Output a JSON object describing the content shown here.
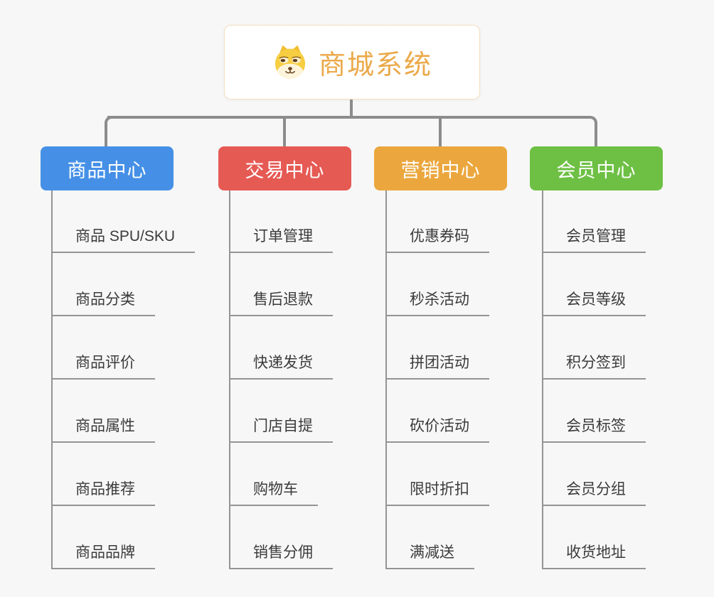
{
  "canvas": {
    "background": "#f7f7f7",
    "connector_color": "#8c8c8c"
  },
  "root": {
    "label": "商城系统",
    "icon": "dog-face-icon",
    "text_color": "#eba94a",
    "border_color": "#ecc27d",
    "background": "#ffffff"
  },
  "branches": [
    {
      "label": "商品中心",
      "color": "#4590e6",
      "children": [
        "商品 SPU/SKU",
        "商品分类",
        "商品评价",
        "商品属性",
        "商品推荐",
        "商品品牌"
      ]
    },
    {
      "label": "交易中心",
      "color": "#e65a54",
      "children": [
        "订单管理",
        "售后退款",
        "快递发货",
        "门店自提",
        "购物车",
        "销售分佣"
      ]
    },
    {
      "label": "营销中心",
      "color": "#eba73e",
      "children": [
        "优惠券码",
        "秒杀活动",
        "拼团活动",
        "砍价活动",
        "限时折扣",
        "满减送"
      ]
    },
    {
      "label": "会员中心",
      "color": "#6ec044",
      "children": [
        "会员管理",
        "会员等级",
        "积分签到",
        "会员标签",
        "会员分组",
        "收货地址"
      ]
    }
  ]
}
